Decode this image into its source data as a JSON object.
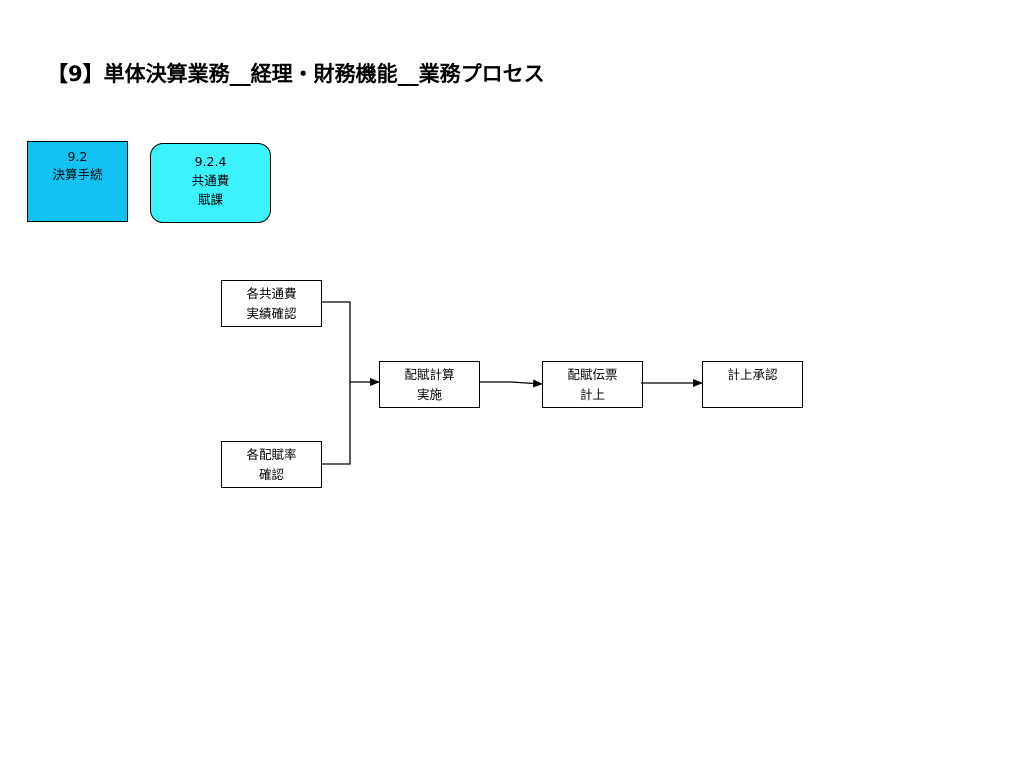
{
  "title": "【9】単体決算業務__経理・財務機能__業務プロセス",
  "header_boxes": {
    "category": {
      "lines": [
        "9.2",
        "決算手続"
      ]
    },
    "subprocess": {
      "lines": [
        "9.2.4",
        "共通費",
        "賦課"
      ]
    }
  },
  "process_steps": {
    "check_actuals": {
      "lines": [
        "各共通費",
        "実績確認"
      ]
    },
    "check_rates": {
      "lines": [
        "各配賦率",
        "確認"
      ]
    },
    "allocation_calc": {
      "lines": [
        "配賦計算",
        "実施"
      ]
    },
    "allocation_voucher": {
      "lines": [
        "配賦伝票",
        "計上"
      ]
    },
    "posting_approval": {
      "lines": [
        "計上承認"
      ]
    }
  },
  "colors": {
    "category_fill": "#12C2F2",
    "subprocess_fill": "#3CF2FF",
    "line": "#000000"
  }
}
